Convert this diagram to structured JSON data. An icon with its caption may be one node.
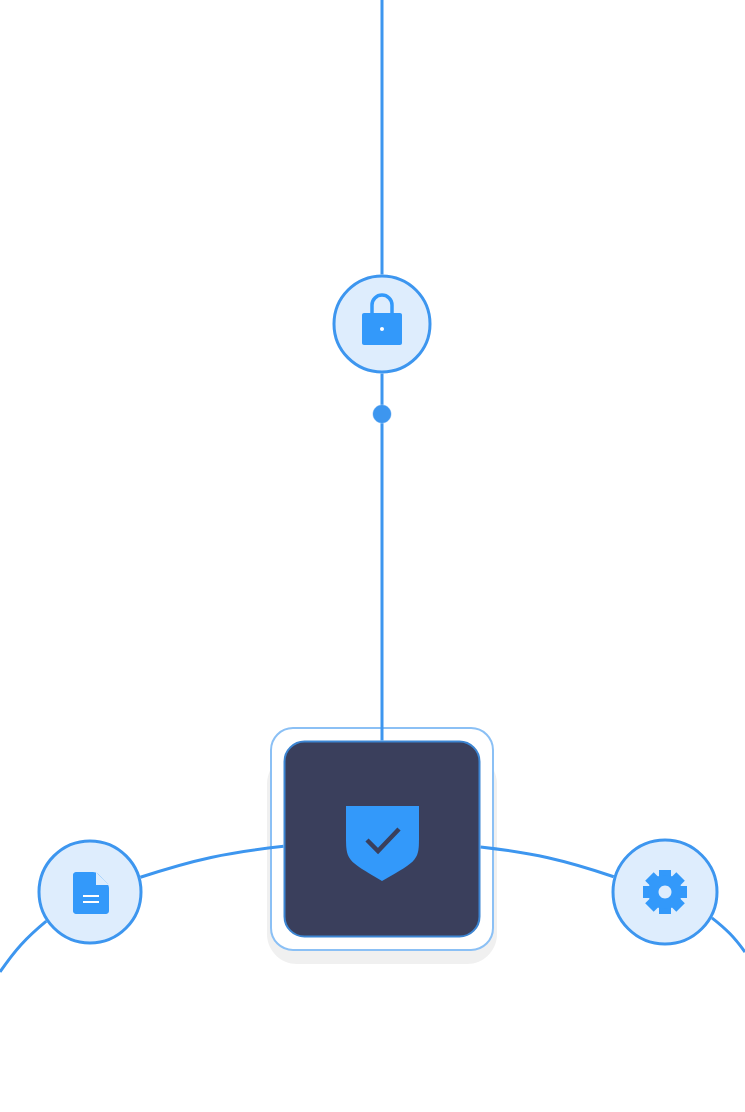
{
  "diagram": {
    "nodes": [
      {
        "text": [],
        "shape": "circle"
      },
      {
        "text": [],
        "shape": "circle"
      },
      {
        "text": [],
        "shape": "box"
      },
      {
        "text": [],
        "shape": "circle"
      },
      {
        "text": [],
        "shape": "circle"
      }
    ],
    "edges": [
      {
        "from": null,
        "to": 0,
        "arrow": "none"
      },
      {
        "from": 0,
        "to": 1,
        "arrow": "none"
      },
      {
        "from": 1,
        "to": 2,
        "arrow": "none"
      },
      {
        "from": null,
        "to": 3,
        "arrow": "none"
      },
      {
        "from": 3,
        "to": 2,
        "arrow": "none"
      },
      {
        "from": 2,
        "to": 4,
        "arrow": "none"
      },
      {
        "from": 4,
        "to": null,
        "arrow": "none"
      }
    ]
  }
}
